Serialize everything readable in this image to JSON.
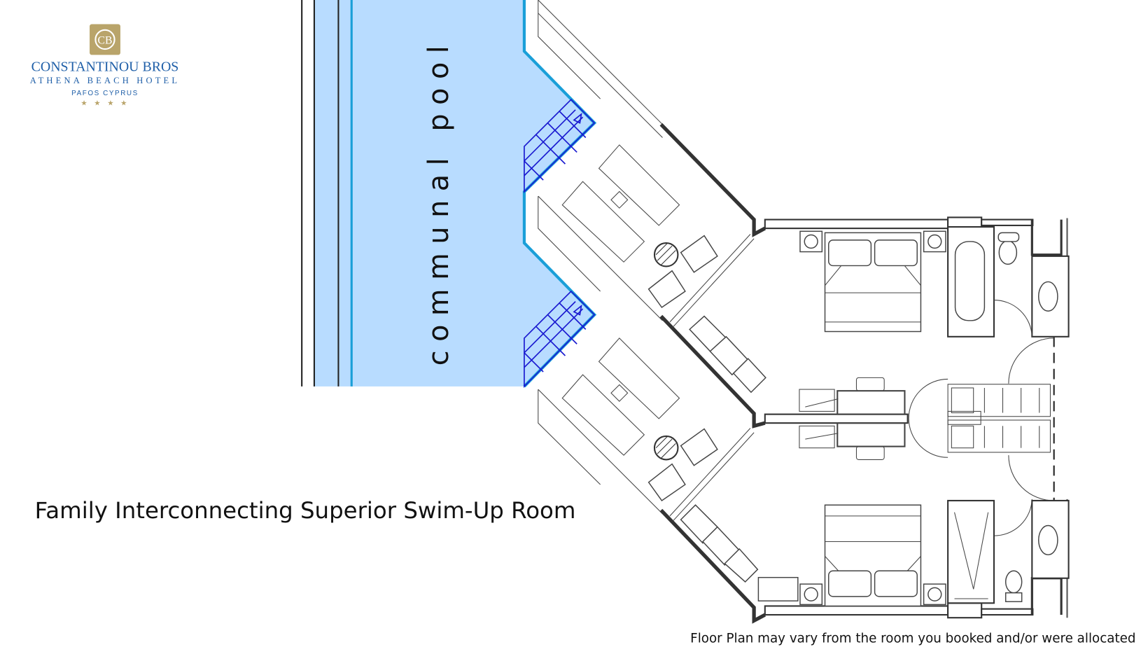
{
  "logo": {
    "brand": "CONSTANTINOU BROS",
    "hotel": "ATHENA BEACH HOTEL",
    "location": "PAFOS CYPRUS",
    "stars": "★ ★ ★ ★",
    "monogram": "CB"
  },
  "plan": {
    "pool_label": "communal pool",
    "room_title": "Family Interconnecting Superior Swim-Up Room",
    "disclaimer": "Floor Plan may vary from the room you booked and/or were allocated"
  },
  "colors": {
    "pool_fill": "#b8dcff",
    "pool_edge": "#1a9fd8",
    "steps": "#1a1ad0",
    "logo_gold": "#b9a46a",
    "logo_blue": "#1f5fa8"
  }
}
